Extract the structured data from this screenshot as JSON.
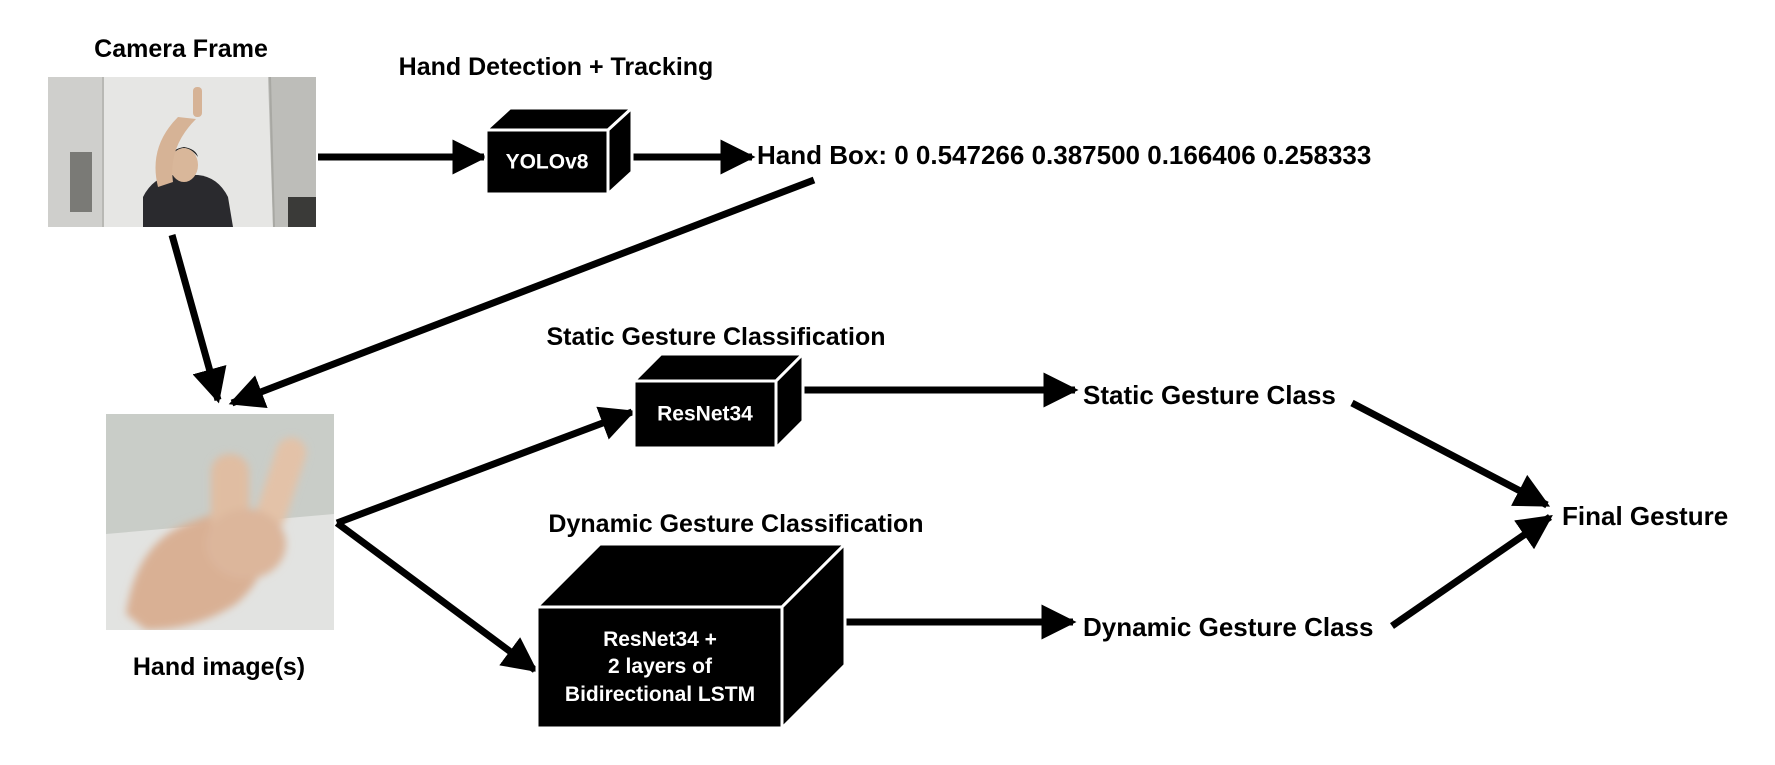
{
  "camera": {
    "label": "Camera Frame"
  },
  "detection": {
    "title": "Hand Detection + Tracking",
    "model": "YOLOv8"
  },
  "hand_box": {
    "label": "Hand Box: 0 0.547266 0.387500 0.166406 0.258333"
  },
  "hand_images": {
    "label": "Hand image(s)"
  },
  "static": {
    "title": "Static Gesture Classification",
    "model": "ResNet34",
    "output": "Static Gesture Class"
  },
  "dynamic": {
    "title": "Dynamic Gesture Classification",
    "model_lines": [
      "ResNet34 +",
      "2 layers of",
      "Bidirectional LSTM"
    ],
    "output": "Dynamic Gesture Class"
  },
  "final": {
    "label": "Final Gesture"
  },
  "colors": {
    "ink": "#000000",
    "box_text": "#ffffff",
    "photo_wall": "#dcdcda",
    "photo_bg": "#c9cdc8"
  }
}
